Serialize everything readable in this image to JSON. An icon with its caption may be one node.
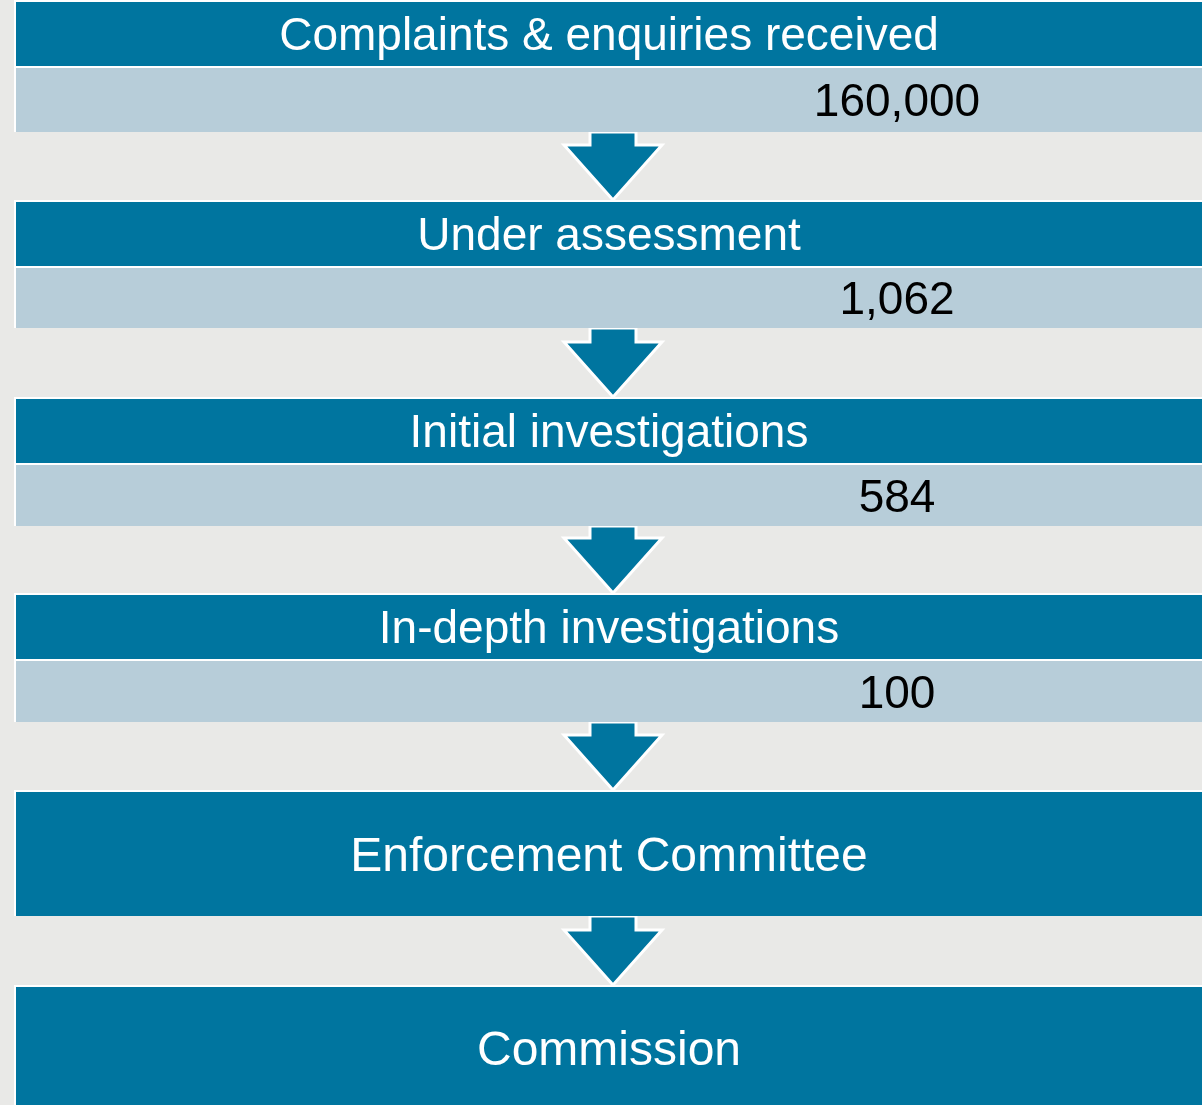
{
  "diagram": {
    "nodes": [
      {
        "text": [
          "Complaints & enquiries received",
          "160,000"
        ]
      },
      {
        "text": [
          "Under assessment",
          "1,062"
        ]
      },
      {
        "text": [
          "Initial investigations",
          "584"
        ]
      },
      {
        "text": [
          "In-depth investigations",
          "100"
        ]
      },
      {
        "text": [
          "Enforcement Committee"
        ]
      },
      {
        "text": [
          "Commission"
        ]
      }
    ],
    "edges": [
      {
        "from": 0,
        "to": 1,
        "arrow": "to",
        "style": "thick"
      },
      {
        "from": 1,
        "to": 2,
        "arrow": "to",
        "style": "thick"
      },
      {
        "from": 2,
        "to": 3,
        "arrow": "to",
        "style": "thick"
      },
      {
        "from": 3,
        "to": 4,
        "arrow": "to",
        "style": "thick"
      },
      {
        "from": 4,
        "to": 5,
        "arrow": "to",
        "style": "thick"
      }
    ]
  }
}
